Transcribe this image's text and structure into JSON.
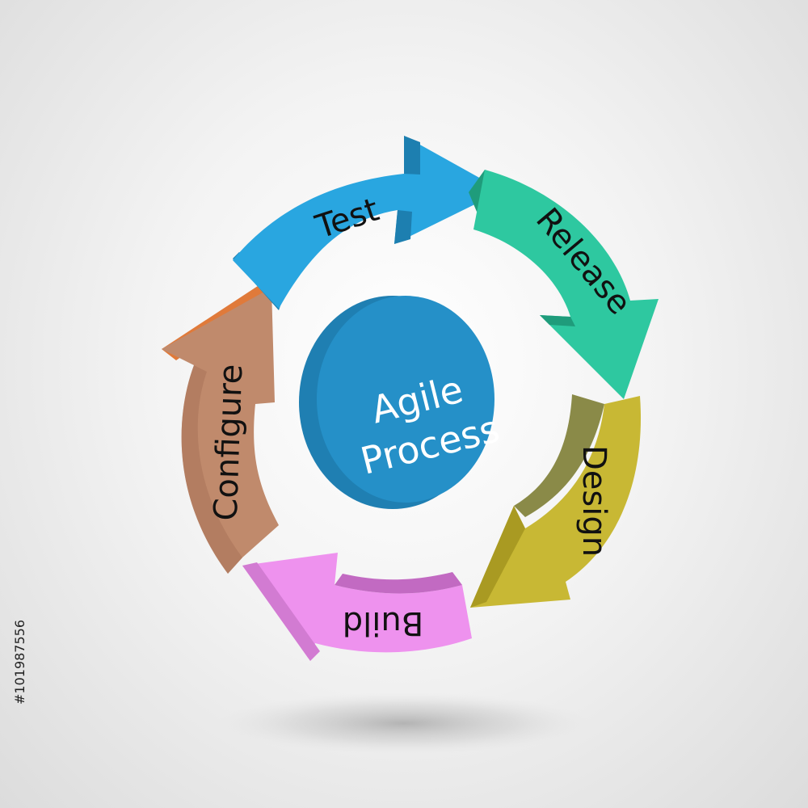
{
  "diagram": {
    "center": {
      "line1": "Agile",
      "line2": "Process",
      "color": "#2590c8"
    },
    "stages": [
      {
        "label": "Test",
        "color": "#29a6e0",
        "side_color": "#1d7fb0"
      },
      {
        "label": "Release",
        "color": "#2ec8a0",
        "side_color": "#1f9c7b"
      },
      {
        "label": "Design",
        "color": "#c8b834",
        "side_color": "#8a8a48"
      },
      {
        "label": "Build",
        "color": "#ee92ee",
        "side_color": "#c26ac2"
      },
      {
        "label": "Configure",
        "color": "#c08a6c",
        "side_color": "#e07a3a"
      }
    ],
    "image_id": "#101987556"
  }
}
